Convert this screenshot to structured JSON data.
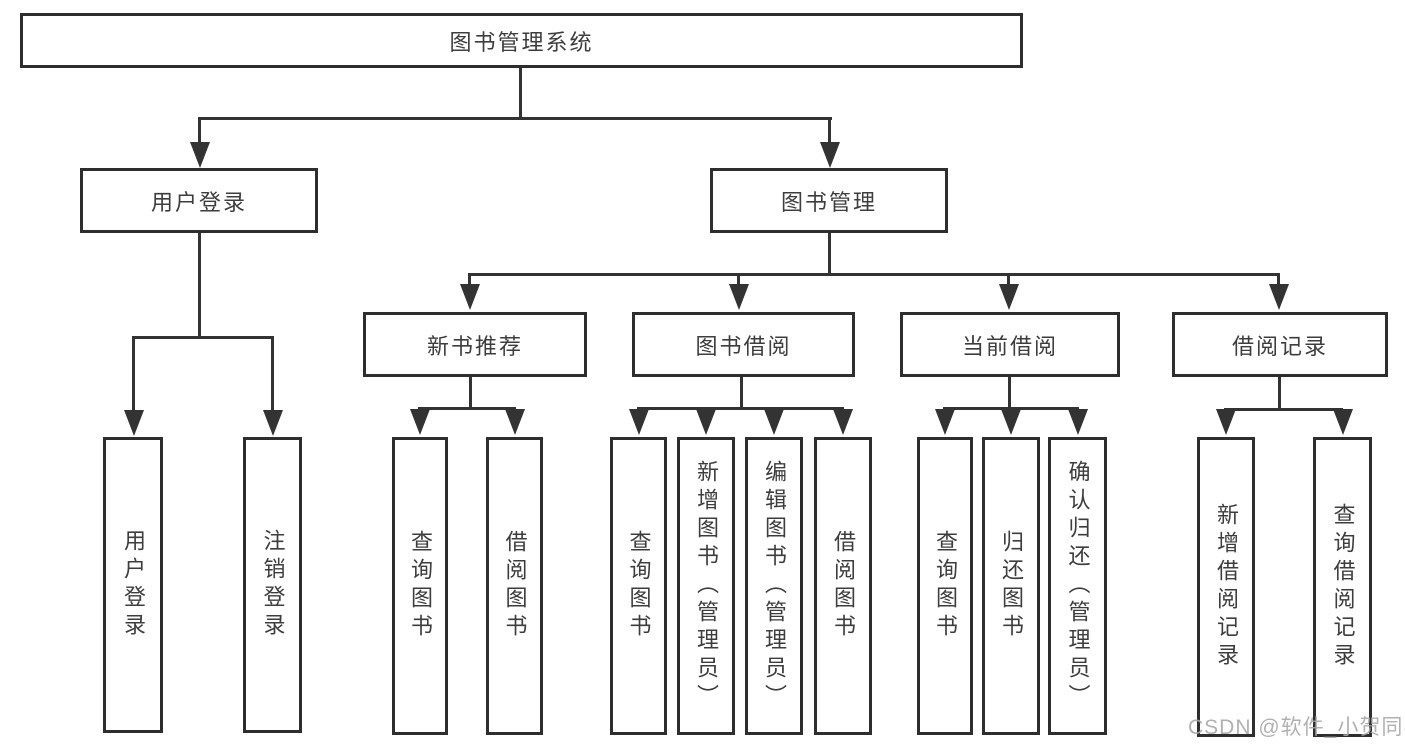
{
  "diagram_title": "图书管理系统",
  "watermark": "CSDN @软件_小贺同学",
  "colors": {
    "background": "#ffffff",
    "box_border": "#2e2e2e",
    "connector_line": "#333333",
    "text": "#3d3d3d",
    "watermark": "#a9a9a9"
  },
  "nodes": {
    "root": {
      "label": "图书管理系统",
      "level": 1
    },
    "user_login": {
      "label": "用户登录",
      "level": 2
    },
    "book_mgmt": {
      "label": "图书管理",
      "level": 2
    },
    "new_book_rec": {
      "label": "新书推荐",
      "level": 3
    },
    "book_borrowing": {
      "label": "图书借阅",
      "level": 3
    },
    "current_borrowing": {
      "label": "当前借阅",
      "level": 3
    },
    "borrow_records": {
      "label": "借阅记录",
      "level": 3
    },
    "leaf_user_login": {
      "label": "用户登录",
      "parent": "用户登录",
      "level": 4
    },
    "leaf_logout": {
      "label": "注销登录",
      "parent": "用户登录",
      "level": 4
    },
    "leaf_nb_query": {
      "label": "查询图书",
      "parent": "新书推荐",
      "level": 4
    },
    "leaf_nb_borrow": {
      "label": "借阅图书",
      "parent": "新书推荐",
      "level": 4
    },
    "leaf_bb_query": {
      "label": "查询图书",
      "parent": "图书借阅",
      "level": 4
    },
    "leaf_bb_add": {
      "label": "新增图书（管理员）",
      "parent": "图书借阅",
      "level": 4
    },
    "leaf_bb_edit": {
      "label": "编辑图书（管理员）",
      "parent": "图书借阅",
      "level": 4
    },
    "leaf_bb_borrow": {
      "label": "借阅图书",
      "parent": "图书借阅",
      "level": 4
    },
    "leaf_cb_query": {
      "label": "查询图书",
      "parent": "当前借阅",
      "level": 4
    },
    "leaf_cb_return": {
      "label": "归还图书",
      "parent": "当前借阅",
      "level": 4
    },
    "leaf_cb_confirm": {
      "label": "确认归还（管理员）",
      "parent": "当前借阅",
      "level": 4
    },
    "leaf_br_add": {
      "label": "新增借阅记录",
      "parent": "借阅记录",
      "level": 4
    },
    "leaf_br_query": {
      "label": "查询借阅记录",
      "parent": "借阅记录",
      "level": 4
    }
  }
}
